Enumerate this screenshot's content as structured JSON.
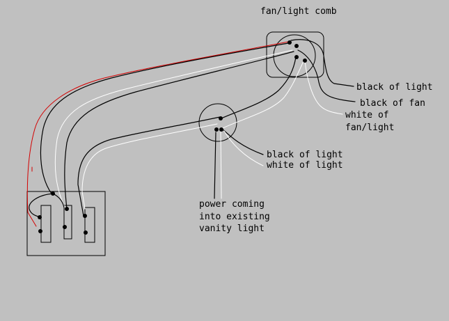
{
  "colors": {
    "background": "#c0c0c0",
    "black_wire": "#000000",
    "white_wire": "#ffffff",
    "red_wire": "#d40000"
  },
  "labels": {
    "fan_light_comb": "fan/light comb",
    "black_of_light_top": "black of light",
    "black_of_fan": "black of fan",
    "white_of_line1": "white of",
    "white_of_line2": "fan/light",
    "black_of_light_mid": "black of light",
    "white_of_light": "white of light",
    "power_line1": "power coming",
    "power_line2": "into existing",
    "power_line3": "vanity light"
  }
}
